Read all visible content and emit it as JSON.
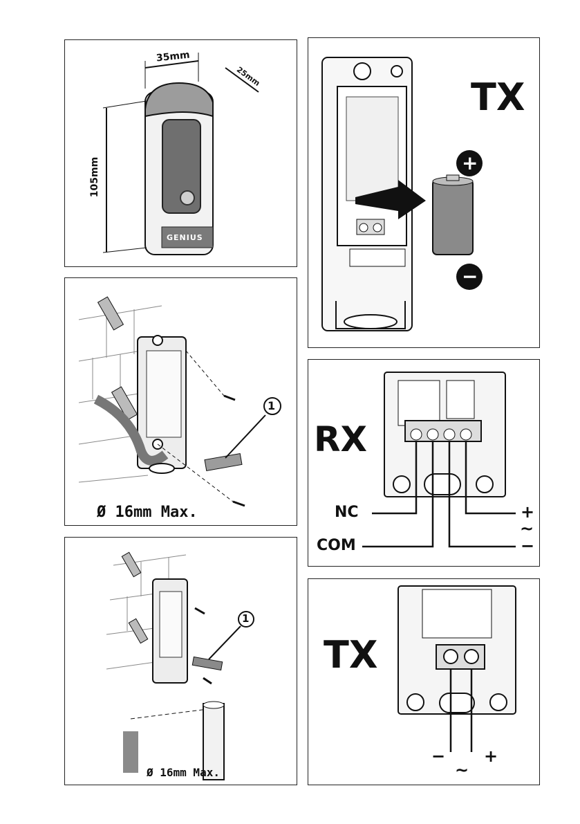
{
  "panels": {
    "dimensions": {
      "width": "35mm",
      "depth": "25mm",
      "height": "105mm",
      "brand": "GENIUS"
    },
    "tx_battery": {
      "label": "TX",
      "plus": "+",
      "minus": "−"
    },
    "wall_mount_1": {
      "callout": "1",
      "caption": "Ø 16mm Max."
    },
    "rx_wiring": {
      "label": "RX",
      "nc": "NC",
      "com": "COM",
      "plus": "+",
      "ac": "~",
      "minus": "−"
    },
    "wall_mount_2": {
      "callout": "1",
      "caption": "Ø 16mm Max."
    },
    "tx_wiring": {
      "label": "TX",
      "minus": "−",
      "ac": "~",
      "plus": "+"
    }
  },
  "colors": {
    "line": "#111111",
    "gray": "#9a9a9a",
    "light": "#eeeeee"
  }
}
